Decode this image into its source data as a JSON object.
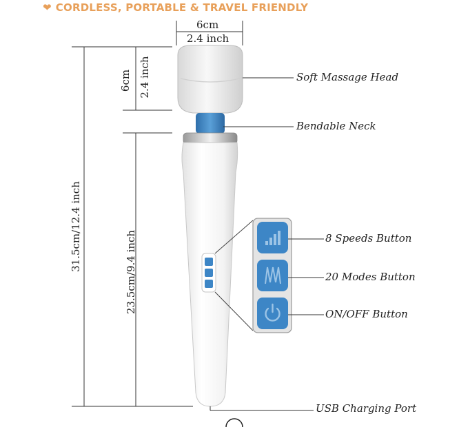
{
  "header": {
    "heart_icon": "heart-icon",
    "heart_color": "#e8a05a",
    "title": "CORDLESS, PORTABLE & TRAVEL FRIENDLY"
  },
  "dimensions": {
    "head_width_cm": "6cm",
    "head_width_inch": "2.4 inch",
    "head_height_cm": "6cm",
    "head_height_inch": "2.4 inch",
    "total_length": "31.5cm/12.4 inch",
    "handle_length": "23.5cm/9.4 inch"
  },
  "callouts": {
    "head": "Soft Massage Head",
    "neck": "Bendable Neck",
    "speeds": "8 Speeds Button",
    "modes": "20 Modes Button",
    "power": "ON/OFF Button",
    "usb": "USB Charging Port"
  },
  "buttons": [
    {
      "icon": "signal-bars-icon"
    },
    {
      "icon": "wave-icon"
    },
    {
      "icon": "power-icon"
    }
  ],
  "colors": {
    "accent_blue": "#3d86c6",
    "body_white": "#f4f4f4"
  }
}
